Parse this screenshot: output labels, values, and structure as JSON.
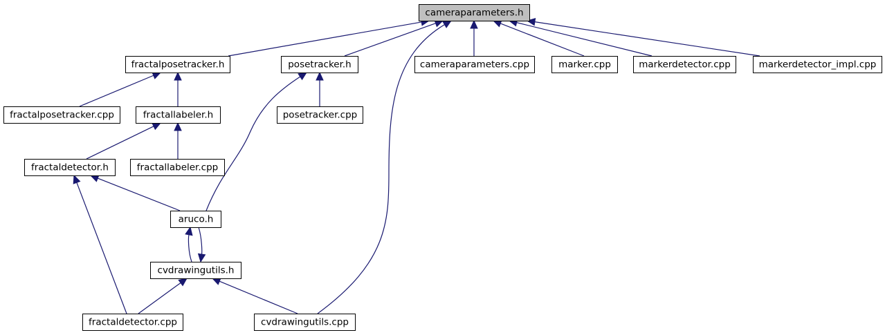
{
  "graph": {
    "edge_color": "#191970",
    "root_fill": "#bfbfbf",
    "nodes": [
      {
        "id": "camparams_h",
        "label": "cameraparameters.h",
        "root": true
      },
      {
        "id": "fractalpose_h",
        "label": "fractalposetracker.h"
      },
      {
        "id": "posetracker_h",
        "label": "posetracker.h"
      },
      {
        "id": "camparams_cpp",
        "label": "cameraparameters.cpp"
      },
      {
        "id": "marker_cpp",
        "label": "marker.cpp"
      },
      {
        "id": "markerdet_cpp",
        "label": "markerdetector.cpp"
      },
      {
        "id": "markerdetimpl_cpp",
        "label": "markerdetector_impl.cpp"
      },
      {
        "id": "fractalpose_cpp",
        "label": "fractalposetracker.cpp"
      },
      {
        "id": "fractallabeler_h",
        "label": "fractallabeler.h"
      },
      {
        "id": "posetracker_cpp",
        "label": "posetracker.cpp"
      },
      {
        "id": "fractaldet_h",
        "label": "fractaldetector.h"
      },
      {
        "id": "fractallabeler_cpp",
        "label": "fractallabeler.cpp"
      },
      {
        "id": "aruco_h",
        "label": "aruco.h"
      },
      {
        "id": "cvdrawing_h",
        "label": "cvdrawingutils.h"
      },
      {
        "id": "fractaldet_cpp",
        "label": "fractaldetector.cpp"
      },
      {
        "id": "cvdrawing_cpp",
        "label": "cvdrawingutils.cpp"
      }
    ],
    "edges": [
      {
        "from": "fractalpose_h",
        "to": "camparams_h"
      },
      {
        "from": "posetracker_h",
        "to": "camparams_h"
      },
      {
        "from": "camparams_cpp",
        "to": "camparams_h"
      },
      {
        "from": "marker_cpp",
        "to": "camparams_h"
      },
      {
        "from": "markerdet_cpp",
        "to": "camparams_h"
      },
      {
        "from": "markerdetimpl_cpp",
        "to": "camparams_h"
      },
      {
        "from": "cvdrawing_cpp",
        "to": "camparams_h"
      },
      {
        "from": "fractalpose_cpp",
        "to": "fractalpose_h"
      },
      {
        "from": "fractallabeler_h",
        "to": "fractalpose_h"
      },
      {
        "from": "aruco_h",
        "to": "posetracker_h"
      },
      {
        "from": "posetracker_cpp",
        "to": "posetracker_h"
      },
      {
        "from": "fractaldet_h",
        "to": "fractallabeler_h"
      },
      {
        "from": "fractallabeler_cpp",
        "to": "fractallabeler_h"
      },
      {
        "from": "aruco_h",
        "to": "fractaldet_h"
      },
      {
        "from": "fractaldet_cpp",
        "to": "fractaldet_h"
      },
      {
        "from": "cvdrawing_h",
        "to": "aruco_h"
      },
      {
        "from": "aruco_h",
        "to": "cvdrawing_h"
      },
      {
        "from": "fractaldet_cpp",
        "to": "cvdrawing_h"
      },
      {
        "from": "cvdrawing_cpp",
        "to": "cvdrawing_h"
      }
    ]
  }
}
